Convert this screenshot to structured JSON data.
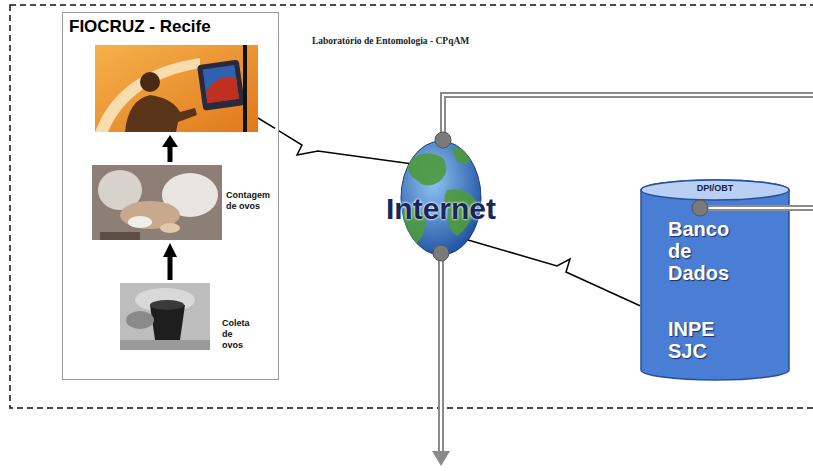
{
  "diagram": {
    "nodes": [
      {
        "text": [
          "FIOCRUZ - Recife"
        ]
      },
      {
        "text": [
          "Contagem de ovos"
        ],
        "in": 0
      },
      {
        "text": [
          "Coleta de ovos"
        ],
        "in": 0
      },
      {
        "text": [
          "Internet"
        ]
      },
      {
        "text": [
          "DPI/OBT",
          "Banco de Dados",
          "INPE SJC"
        ]
      }
    ],
    "edges": [
      {
        "from": 2,
        "to": 1,
        "arrow": "to"
      },
      {
        "from": 0,
        "to": 3,
        "arrow": "none"
      },
      {
        "from": 3,
        "to": 4,
        "arrow": "none"
      }
    ],
    "labels": [
      "Laboratório de Entomologia - CPqAM"
    ]
  }
}
